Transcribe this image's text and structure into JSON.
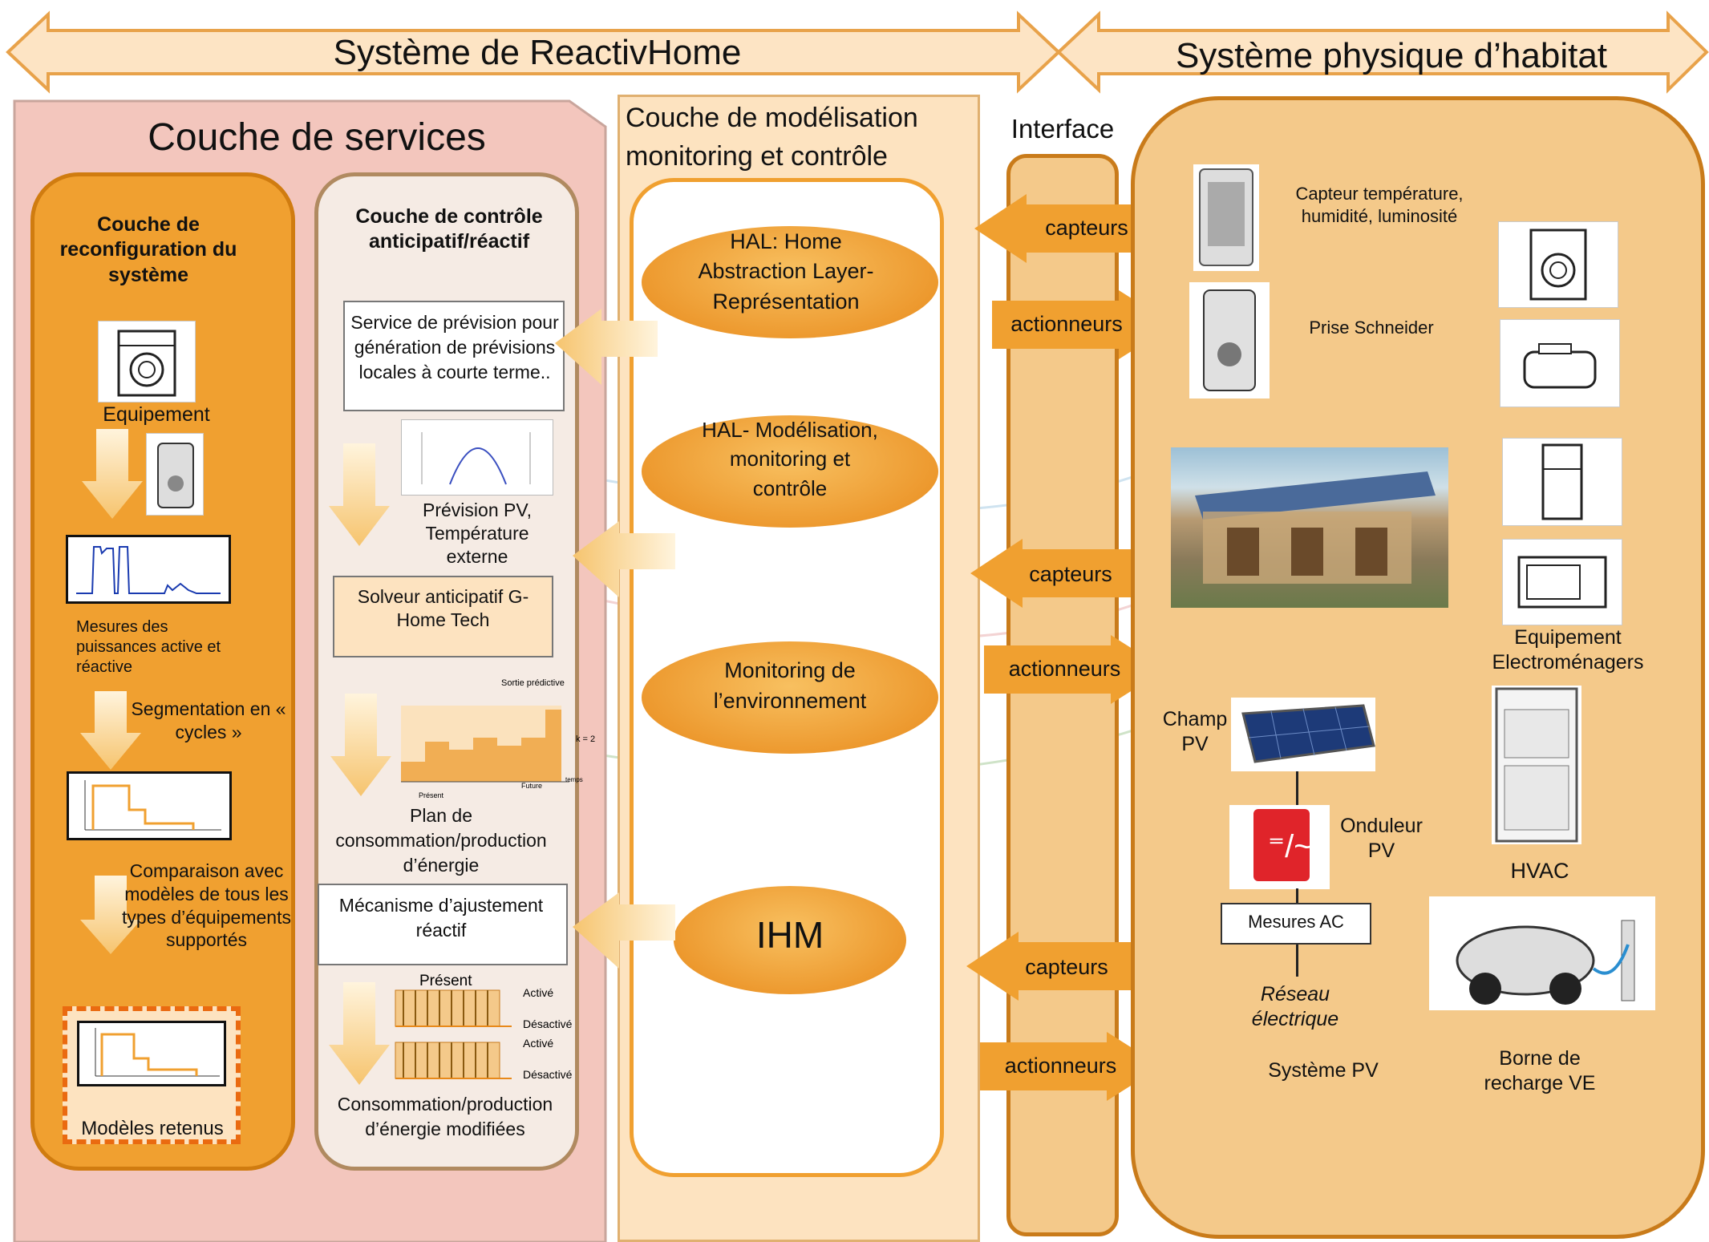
{
  "banner": {
    "left_title": "Système de ReactivHome",
    "right_title": "Système physique d’habitat"
  },
  "services": {
    "title": "Couche de services",
    "reconfig": {
      "title": "Couche de reconfiguration du système",
      "equipement": "Equipement",
      "mesures": "Mesures des puissances active et réactive",
      "segmentation": "Segmentation en « cycles »",
      "comparaison": "Comparaison avec modèles de tous les types d’équipements supportés",
      "modeles": "Modèles retenus"
    },
    "control": {
      "title": "Couche de contrôle anticipatif/réactif",
      "prevision_service": "Service de prévision pour génération de prévisions locales à courte terme..",
      "prevision_pv": "Prévision PV, Température externe",
      "solveur": "Solveur anticipatif G-Home Tech",
      "plan": "Plan de consommation/production d’énergie",
      "mecanisme": "Mécanisme d’ajustement réactif",
      "modifiees": "Consommation/production d’énergie modifiées",
      "chart_labels": {
        "sortie": "Sortie prédictive",
        "present": "Présent",
        "future": "Future",
        "k2": "k = 2",
        "temps": "temps"
      },
      "activation_labels": {
        "present": "Présent",
        "active1": "Activé",
        "desactive1": "Désactivé",
        "active2": "Activé",
        "desactive2": "Désactivé"
      }
    }
  },
  "modeling": {
    "title": "Couche de modélisation monitoring et contrôle",
    "hal1": "HAL: Home Abstraction Layer- Représentation",
    "hal2": "HAL- Modélisation, monitoring et contrôle",
    "monitoring": "Monitoring de l’environnement",
    "ihm": "IHM"
  },
  "interface": {
    "title": "Interface",
    "arrows": [
      "capteurs",
      "actionneurs",
      "capteurs",
      "actionneurs",
      "capteurs",
      "actionneurs"
    ]
  },
  "physical": {
    "capteur": "Capteur température, humidité, luminosité",
    "prise": "Prise Schneider",
    "equipement": "Equipement Electroménagers",
    "champ": "Champ PV",
    "onduleur": "Onduleur PV",
    "mesures_ac": "Mesures AC",
    "reseau": "Réseau électrique",
    "systeme_pv": "Système PV",
    "hvac": "HVAC",
    "borne": "Borne de recharge VE"
  },
  "colors": {
    "orange": "#f0a030",
    "orange_dark": "#e8891a",
    "light_orange": "#f4c98a",
    "pink": "#f3c6bd",
    "beige": "#fde3c0"
  }
}
